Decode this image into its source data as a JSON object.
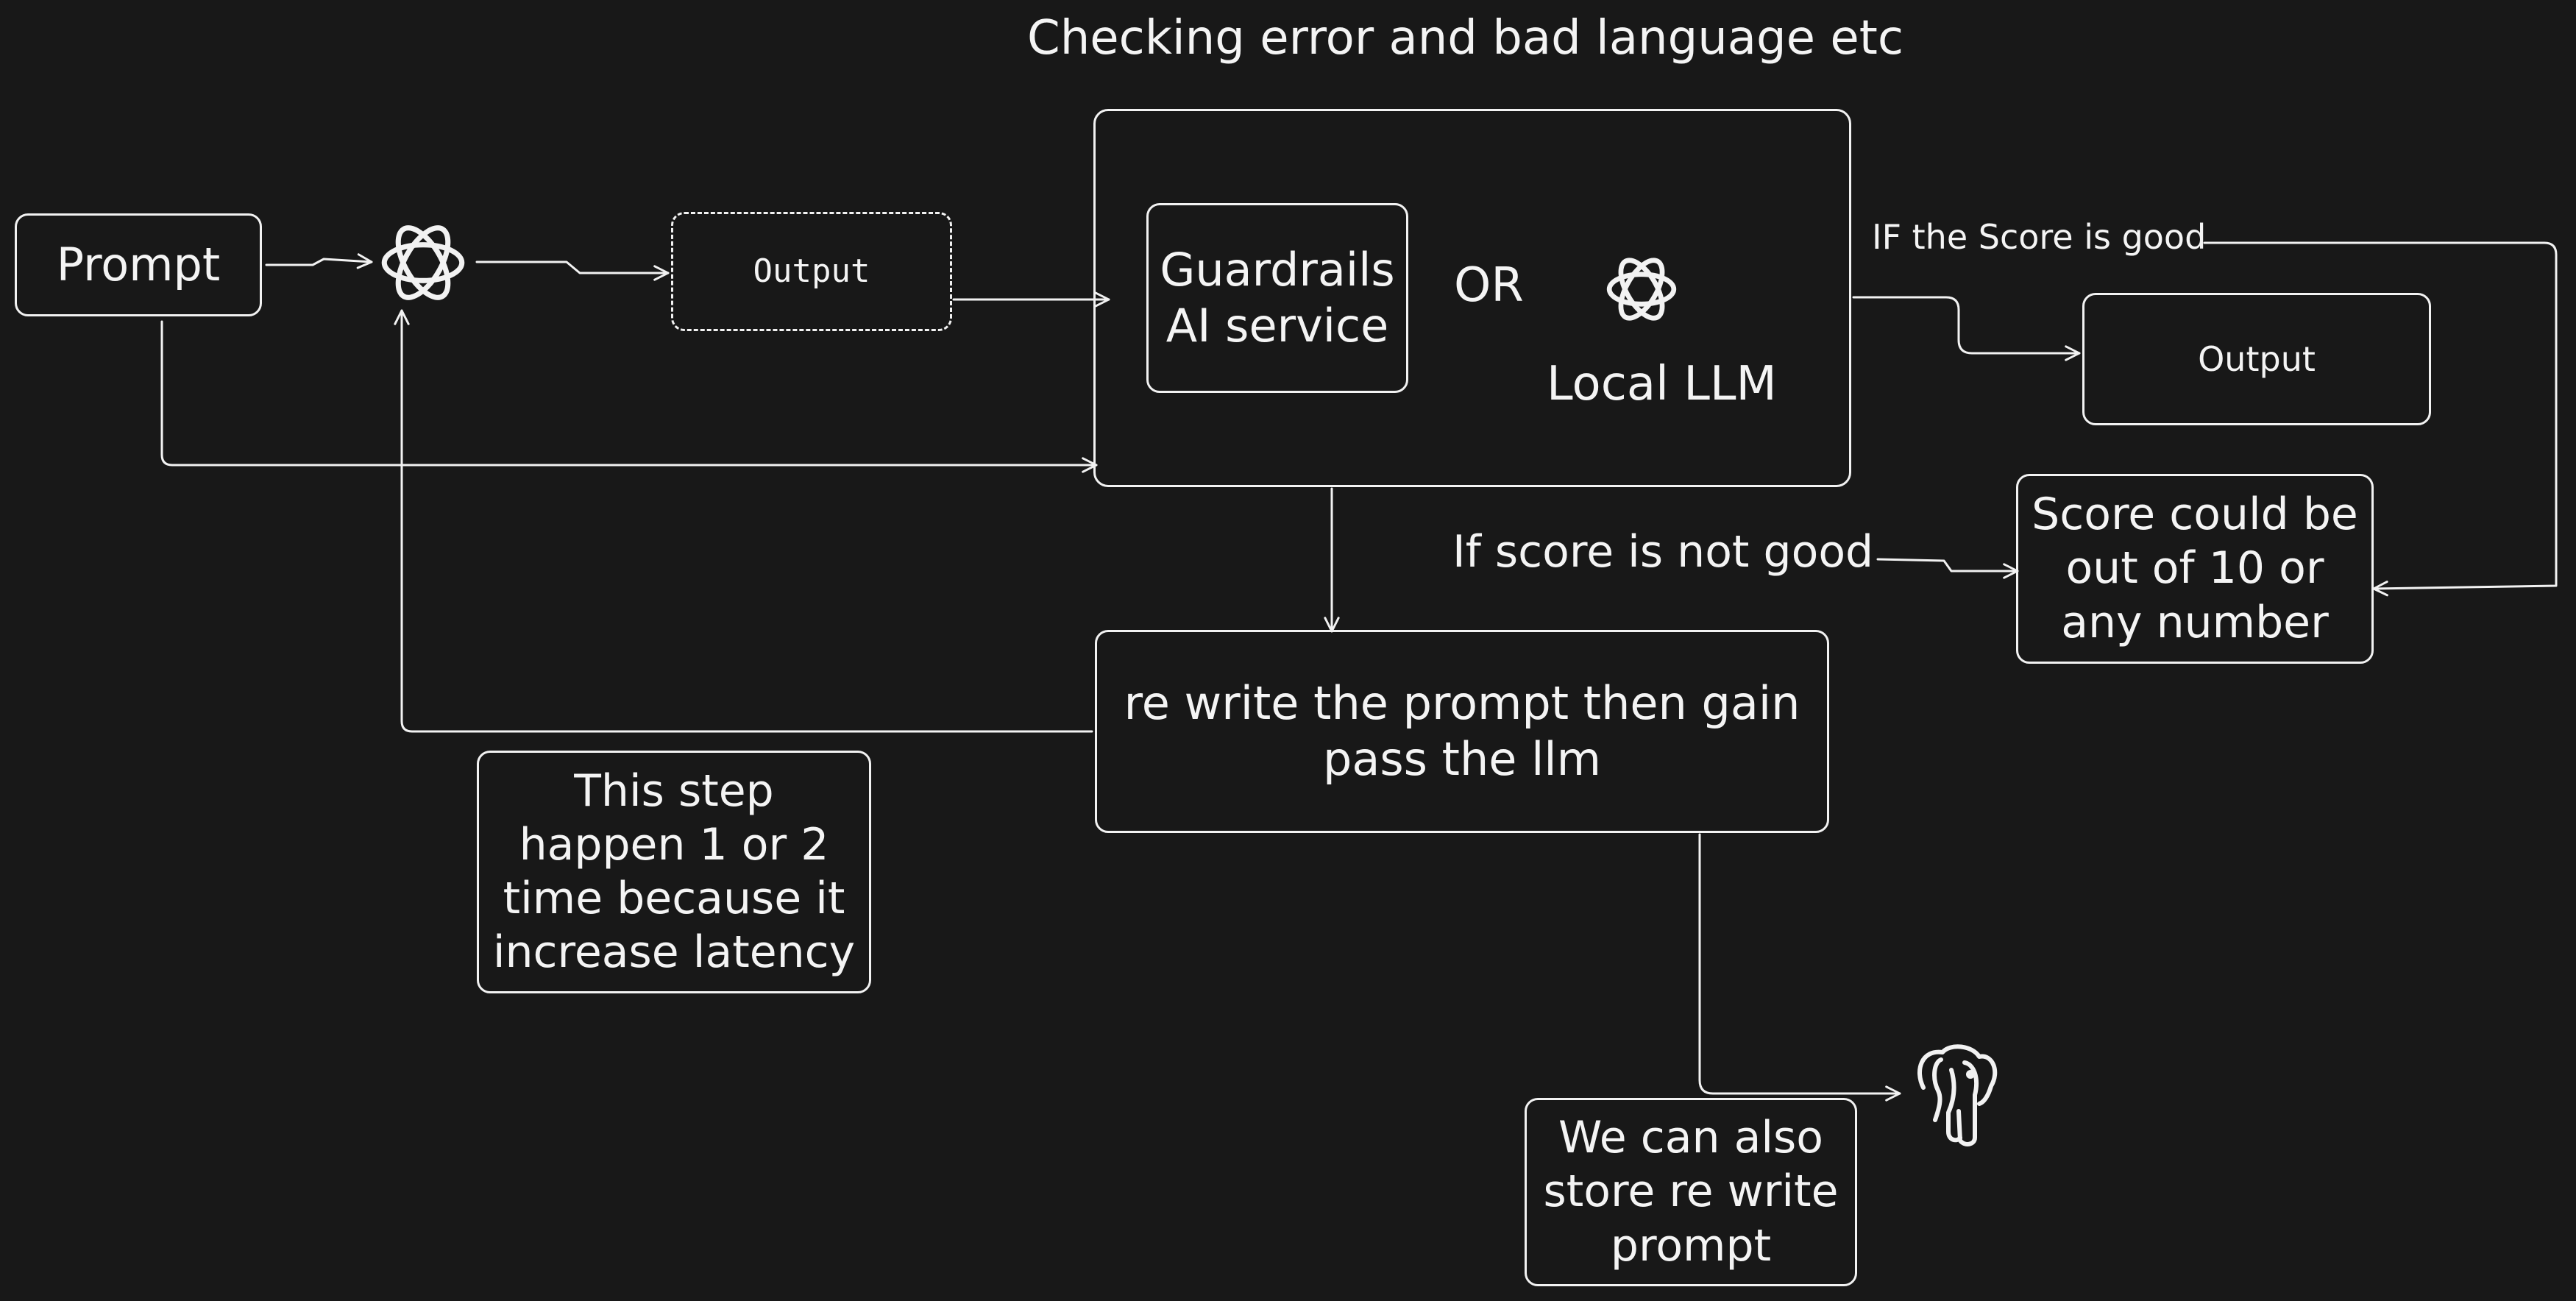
{
  "title": "Checking error and bad language etc",
  "nodes": {
    "prompt": "Prompt",
    "output_dashed": "Output",
    "guardrails": "Guardrails\nAI service",
    "or": "OR",
    "local_llm": "Local LLM",
    "output_good": "Output",
    "score_note": "Score could be\nout of 10 or\nany number",
    "rewrite": "re write the prompt then gain\npass the llm",
    "step_note": "This step\nhappen  1 or 2\ntime because it\nincrease latency",
    "store_note": "We can also\nstore re write\nprompt"
  },
  "edges": {
    "score_good": "IF the Score is good",
    "score_not_good": "If score is not good"
  },
  "icons": {
    "llm_main": "openai-logo-icon",
    "llm_local": "openai-logo-icon",
    "database": "postgresql-elephant-icon"
  },
  "colors": {
    "background": "#181818",
    "stroke": "#f2f2f2",
    "text": "#f4f4f4"
  }
}
